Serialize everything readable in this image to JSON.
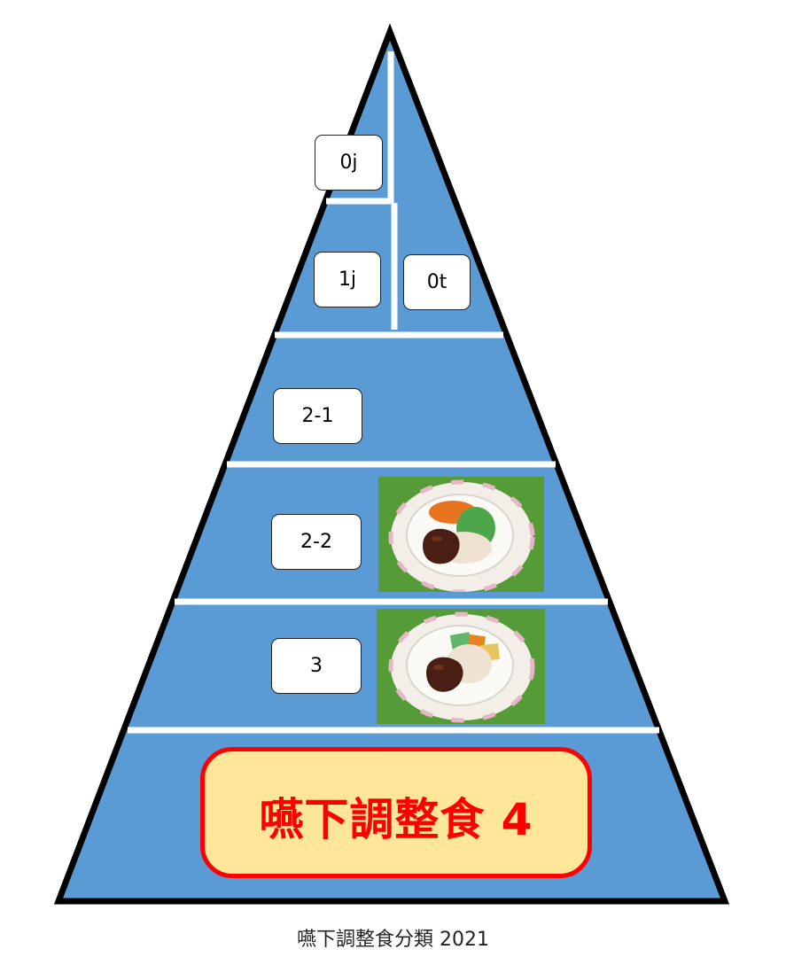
{
  "pyramid": {
    "fill_color": "#5b9bd5",
    "outline_color": "#000000",
    "divider_color": "#ffffff",
    "levels": [
      {
        "id": "0j",
        "label": "0j"
      },
      {
        "id": "1j",
        "label": "1j"
      },
      {
        "id": "0t",
        "label": "0t"
      },
      {
        "id": "2-1",
        "label": "2-1"
      },
      {
        "id": "2-2",
        "label": "2-2",
        "photo": "pureed-meal-plate"
      },
      {
        "id": "3",
        "label": "3",
        "photo": "soft-meal-plate"
      }
    ],
    "base_level": {
      "label": "嚥下調整食 4",
      "fill_color": "#ffe699",
      "border_color": "#ff0000",
      "text_color": "#ff0000"
    }
  },
  "caption": "嚥下調整食分類 2021"
}
